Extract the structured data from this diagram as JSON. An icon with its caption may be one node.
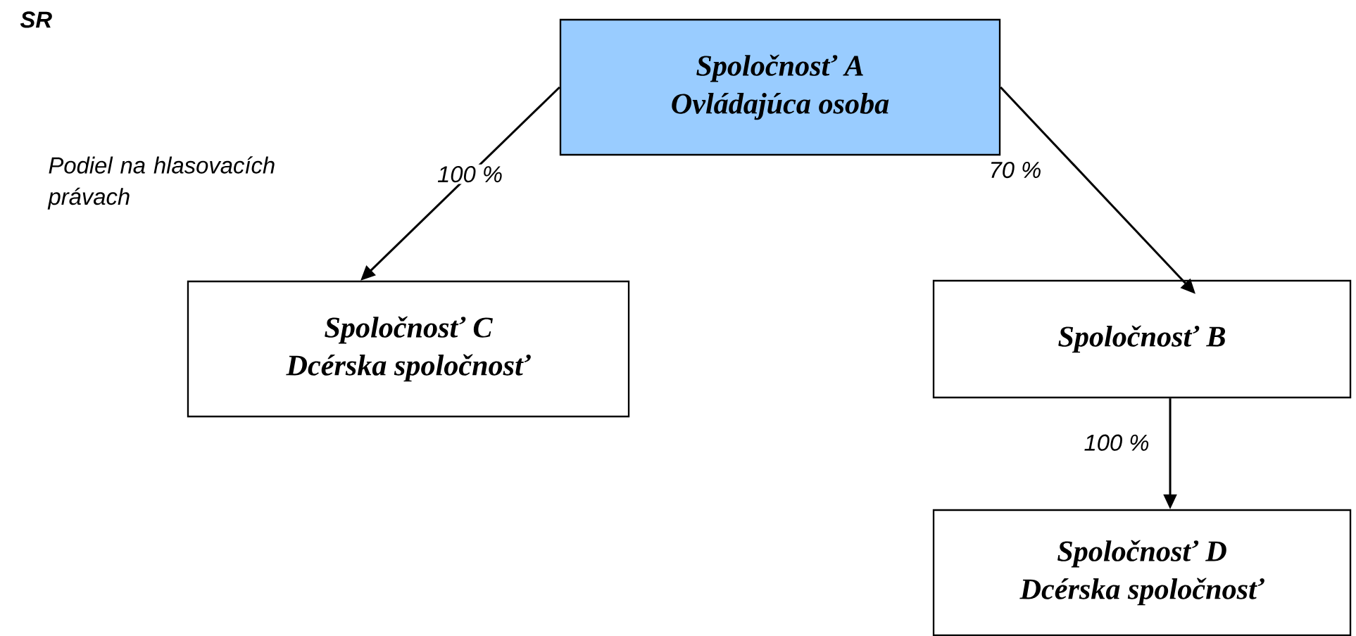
{
  "diagram": {
    "nodes": [
      {
        "text": [
          "Spoločnosť A",
          "Ovládajúca osoba"
        ]
      },
      {
        "text": [
          "Spoločnosť C",
          "Dcérska spoločnosť"
        ]
      },
      {
        "text": [
          "Spoločnosť B"
        ]
      },
      {
        "text": [
          "Spoločnosť D",
          "Dcérska spoločnosť"
        ]
      }
    ],
    "edges": [
      {
        "from": 0,
        "to": 1,
        "arrow": "to",
        "label": "100 %"
      },
      {
        "from": 0,
        "to": 2,
        "arrow": "to",
        "label": "70 %"
      },
      {
        "from": 2,
        "to": 3,
        "arrow": "to",
        "label": "100 %"
      }
    ],
    "labels": [
      "SR",
      "Podiel na hlasovacích právach"
    ]
  }
}
